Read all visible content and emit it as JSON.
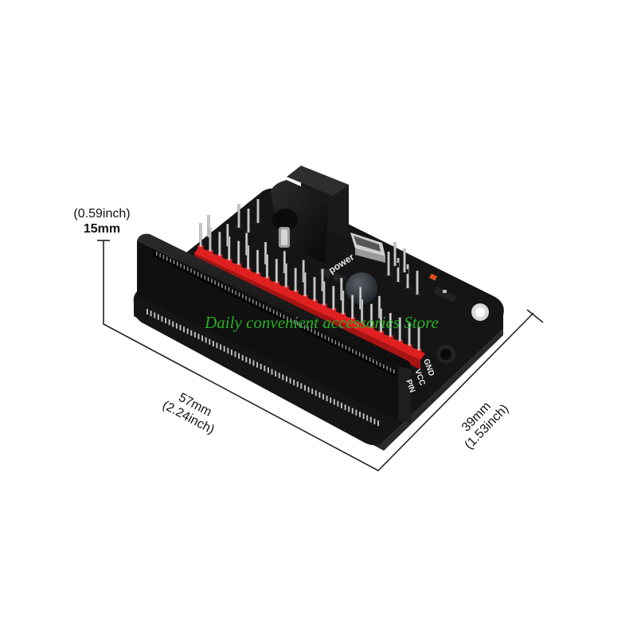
{
  "dimensions": {
    "height": {
      "mm": "15mm",
      "inch": "(0.59inch)"
    },
    "length": {
      "mm": "57mm",
      "inch": "(2.24inch)"
    },
    "width": {
      "mm": "39mm",
      "inch": "(1.53inch)"
    }
  },
  "board_labels": {
    "power": "power",
    "gnd": "GND",
    "vcc": "VCC",
    "pin": "PIN"
  },
  "watermark": "Daily convenient accessories Store",
  "colors": {
    "pcb": "#141414",
    "header_red": "#e02020",
    "pin_metal": "#b9b9b9",
    "watermark": "#27b227"
  }
}
